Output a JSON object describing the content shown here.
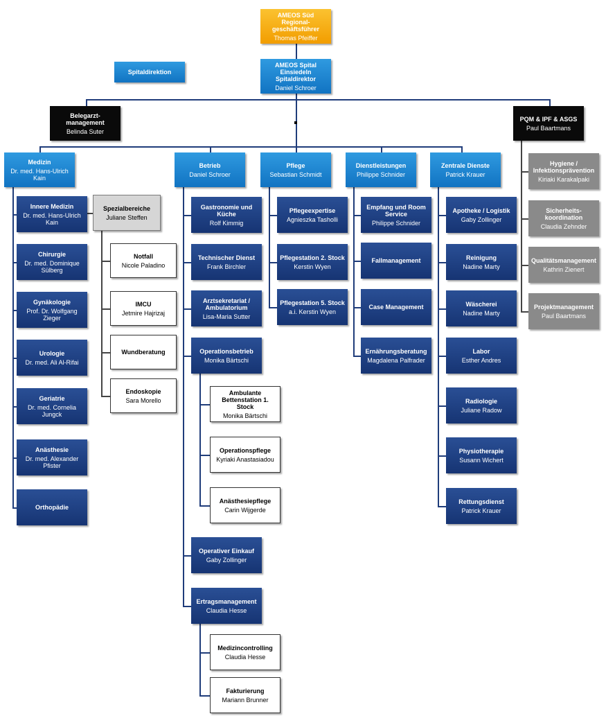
{
  "colors": {
    "dark_blue": "#1d3f85",
    "medium_blue": "#1f86d3",
    "gold": "#f7aa10",
    "black": "#0a0a0a",
    "grey": "#8a8a8a",
    "light_grey": "#d6d6d6",
    "white": "#ffffff"
  },
  "nodes": {
    "ameos_sued": {
      "title": "AMEOS Süd\nRegional-\ngeschäftsführer",
      "name": "Thomas Pfeiffer"
    },
    "spitaldirektion": {
      "title": "Spitaldirektion",
      "name": ""
    },
    "spital_einsiedeln": {
      "title": "AMEOS Spital\nEinsiedeln\nSpitaldirektor",
      "name": "Daniel Schroer"
    },
    "belegarzt": {
      "title": "Belegarzt-\nmanagement",
      "name": "Belinda Suter"
    },
    "pqm": {
      "title": "PQM & IPF & ASGS",
      "name": "Paul Baartmans"
    },
    "medizin": {
      "title": "Medizin",
      "name": "Dr. med. Hans-Ulrich\nKain"
    },
    "innere_medizin": {
      "title": "Innere Medizin",
      "name": "Dr. med. Hans-Ulrich\nKain"
    },
    "chirurgie": {
      "title": "Chirurgie",
      "name": "Dr. med. Dominique\nSülberg"
    },
    "gynaekologie": {
      "title": "Gynäkologie",
      "name": "Prof. Dr. Wolfgang\nZieger"
    },
    "urologie": {
      "title": "Urologie",
      "name": "Dr. med. Ali Al-Rifai"
    },
    "geriatrie": {
      "title": "Geriatrie",
      "name": "Dr. med. Cornelia\nJungck"
    },
    "anaesthesie": {
      "title": "Anästhesie",
      "name": "Dr. med. Alexander\nPfister"
    },
    "orthopaedie": {
      "title": "Orthopädie",
      "name": ""
    },
    "spezialbereiche": {
      "title": "Spezialbereiche",
      "name": "Juliane Steffen"
    },
    "notfall": {
      "title": "Notfall",
      "name": "Nicole Paladino"
    },
    "imcu": {
      "title": "IMCU",
      "name": "Jetmire Hajrizaj"
    },
    "wundberatung": {
      "title": "Wundberatung",
      "name": ""
    },
    "endoskopie": {
      "title": "Endoskopie",
      "name": "Sara Morello"
    },
    "betrieb": {
      "title": "Betrieb",
      "name": "Daniel Schroer"
    },
    "gastronomie": {
      "title": "Gastronomie und\nKüche",
      "name": "Rolf Kimmig"
    },
    "technischer_dienst": {
      "title": "Technischer Dienst",
      "name": "Frank Birchler"
    },
    "arztsekretariat": {
      "title": "Arztsekretariat /\nAmbulatorium",
      "name": "Lisa-Maria Sutter"
    },
    "operationsbetrieb": {
      "title": "Operationsbetrieb",
      "name": "Monika Bärtschi"
    },
    "ambulante_bettenstation": {
      "title": "Ambulante\nBettenstation 1. Stock",
      "name": "Monika Bärtschi"
    },
    "operationspflege": {
      "title": "Operationspflege",
      "name": "Kyriaki Anastasiadou"
    },
    "anaesthesiepflege": {
      "title": "Anästhesiepflege",
      "name": "Carin Wijgerde"
    },
    "operativer_einkauf": {
      "title": "Operativer Einkauf",
      "name": "Gaby Zollinger"
    },
    "ertragsmanagement": {
      "title": "Ertragsmanagement",
      "name": "Claudia Hesse"
    },
    "medizincontrolling": {
      "title": "Medizincontrolling",
      "name": "Claudia Hesse"
    },
    "fakturierung": {
      "title": "Fakturierung",
      "name": "Mariann Brunner"
    },
    "pflege": {
      "title": "Pflege",
      "name": "Sebastian Schmidt"
    },
    "pflegeexpertise": {
      "title": "Pflegeexpertise",
      "name": "Agnieszka Tasholli"
    },
    "pflegestation_2": {
      "title": "Pflegestation 2. Stock",
      "name": "Kerstin Wyen"
    },
    "pflegestation_5": {
      "title": "Pflegestation 5. Stock",
      "name": "a.i. Kerstin Wyen"
    },
    "dienstleistungen": {
      "title": "Dienstleistungen",
      "name": "Philippe Schnider"
    },
    "empfang": {
      "title": "Empfang und Room\nService",
      "name": "Philippe Schnider"
    },
    "fallmanagement": {
      "title": "Fallmanagement",
      "name": ""
    },
    "case_management": {
      "title": "Case Management",
      "name": ""
    },
    "ernaehrungsberatung": {
      "title": "Ernährungsberatung",
      "name": "Magdalena Palfrader"
    },
    "zentrale_dienste": {
      "title": "Zentrale Dienste",
      "name": "Patrick Krauer"
    },
    "apotheke": {
      "title": "Apotheke / Logistik",
      "name": "Gaby Zollinger"
    },
    "reinigung": {
      "title": "Reinigung",
      "name": "Nadine Marty"
    },
    "waescherei": {
      "title": "Wäscherei",
      "name": "Nadine Marty"
    },
    "labor": {
      "title": "Labor",
      "name": "Esther Andres"
    },
    "radiologie": {
      "title": "Radiologie",
      "name": "Juliane Radow"
    },
    "physiotherapie": {
      "title": "Physiotherapie",
      "name": "Susann Wichert"
    },
    "rettungsdienst": {
      "title": "Rettungsdienst",
      "name": "Patrick Krauer"
    },
    "hygiene": {
      "title": "Hygiene /\nInfektionsprävention",
      "name": "Kiriaki Karakalpaki"
    },
    "sicherheit": {
      "title": "Sicherheits-\nkoordination",
      "name": "Claudia Zehnder"
    },
    "qualitaet": {
      "title": "Qualitätsmanagement",
      "name": "Kathrin Zienert"
    },
    "projektmanagement": {
      "title": "Projektmanagement",
      "name": "Paul Baartmans"
    }
  }
}
